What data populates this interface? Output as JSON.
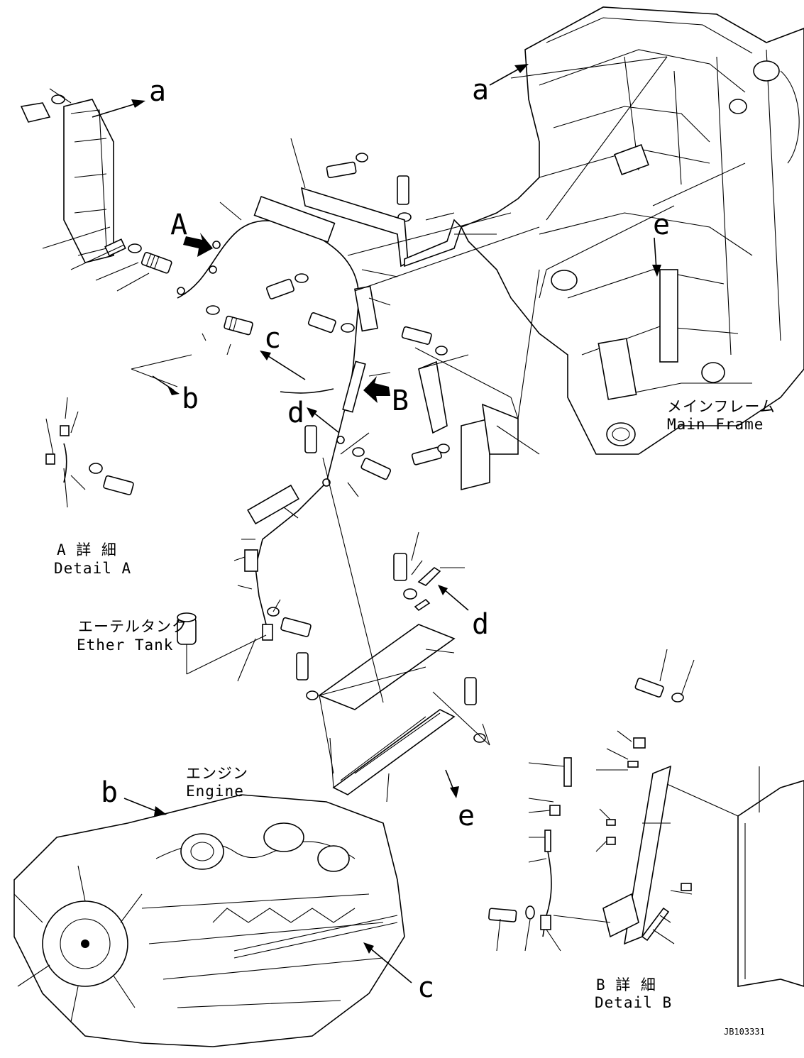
{
  "labels": {
    "a_left": "a",
    "a_right": "a",
    "b_mid": "b",
    "b_engine": "b",
    "c_mid": "c",
    "c_engine": "c",
    "d_mid": "d",
    "d_right": "d",
    "e_frame": "e",
    "e_bottom": "e",
    "A": "A",
    "B": "B"
  },
  "captions": {
    "main_frame_jp": "メインフレーム",
    "main_frame_en": "Main Frame",
    "detail_a_jp": "A 詳 細",
    "detail_a_en": "Detail A",
    "ether_tank_jp": "エーテルタンク",
    "ether_tank_en": "Ether Tank",
    "engine_jp": "エンジン",
    "engine_en": "Engine",
    "detail_b_jp": "B 詳 細",
    "detail_b_en": "Detail B"
  },
  "drawing_code": "JB103331"
}
